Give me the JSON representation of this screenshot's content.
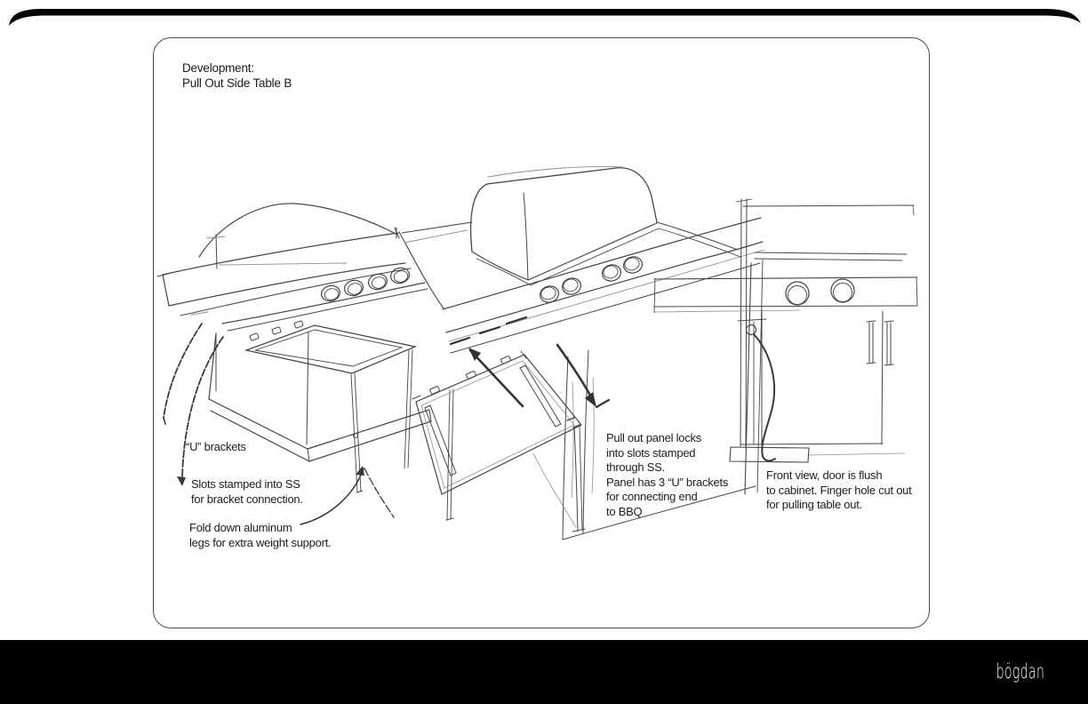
{
  "title": {
    "lines": [
      "Development:",
      "Pull Out Side Table B"
    ]
  },
  "labels": {
    "u_brackets": {
      "lines": [
        "“U” brackets"
      ]
    },
    "slots": {
      "lines": [
        "Slots stamped into SS",
        "for bracket connection."
      ]
    },
    "fold": {
      "lines": [
        "Fold down aluminum",
        "legs for extra weight support."
      ]
    },
    "panel": {
      "lines": [
        "Pull out panel locks",
        "into slots stamped",
        "through SS.",
        "Panel has 3 “U” brackets",
        "for connecting end",
        "to BBQ"
      ]
    },
    "front_view": {
      "lines": [
        "Front view, door is flush",
        "to cabinet. Finger hole cut out",
        "for pulling table out."
      ]
    }
  },
  "footer": {
    "logo_text": "bögdan"
  },
  "colors": {
    "ink": "#464646",
    "ink_light": "#8f8f8f",
    "arrow_dark": "#333333",
    "bar_black": "#000000",
    "frame_border": "#4d4d4d"
  }
}
